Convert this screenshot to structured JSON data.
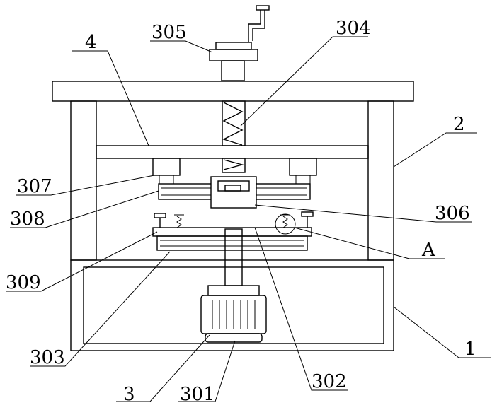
{
  "labels": {
    "l305": "305",
    "l304": "304",
    "l4": "4",
    "l2": "2",
    "l307": "307",
    "l308": "308",
    "l306": "306",
    "lA": "A",
    "l309": "309",
    "l1": "1",
    "l303": "303",
    "l302": "302",
    "l3": "3",
    "l301": "301"
  }
}
